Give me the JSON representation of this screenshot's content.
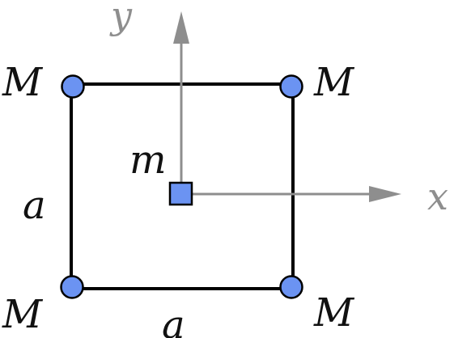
{
  "labels": {
    "y_axis": "y",
    "x_axis": "x",
    "center_mass": "m",
    "corner_mass_top_left": "M",
    "corner_mass_top_right": "M",
    "corner_mass_bottom_left": "M",
    "corner_mass_bottom_right": "M",
    "side_left": "a",
    "side_bottom": "a"
  },
  "colors": {
    "square_line": "#000000",
    "axis": "#8e8e8e",
    "mass_fill": "#6b93f2",
    "mass_stroke": "#000000",
    "label_main": "#111111",
    "label_axis": "#8e8e8e"
  },
  "icons": {
    "corner_mass": "filled-circle",
    "center_mass": "filled-square",
    "axis_tip": "arrowhead"
  }
}
